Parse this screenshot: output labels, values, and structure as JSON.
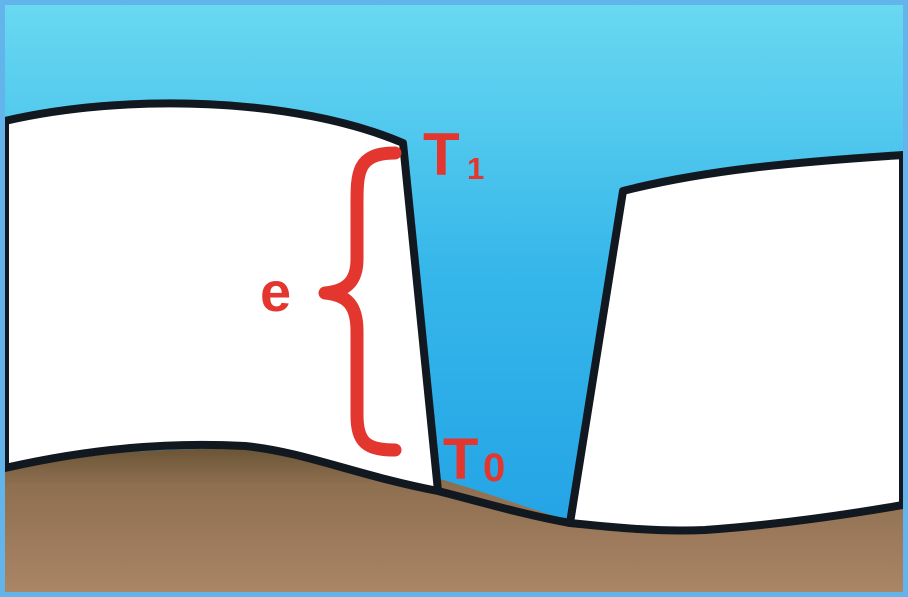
{
  "labels": {
    "top_marker": "T",
    "top_marker_sub": "1",
    "bottom_marker": "T",
    "bottom_marker_sub": "0",
    "thickness": "e"
  },
  "colors": {
    "water_top": "#63d7f0",
    "water_bottom": "#2aa8e8",
    "ice": "#ffffff",
    "outline": "#11181f",
    "ground_top": "#6b5636",
    "ground_bottom": "#a98264",
    "annotation": "#e2362f"
  }
}
